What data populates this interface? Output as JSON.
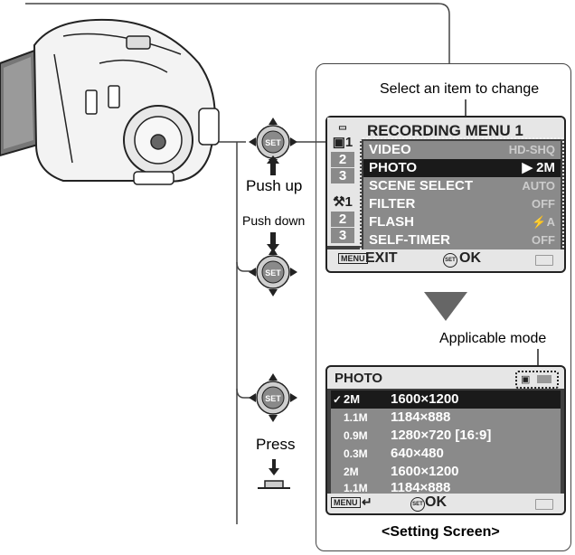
{
  "top_screen": {
    "annotation": "Select an item to change",
    "title": "RECORDING MENU 1",
    "tabs": [
      "1",
      "2",
      "3",
      "1",
      "2",
      "3"
    ],
    "items": [
      {
        "label": "VIDEO",
        "value": "HD-SHQ",
        "selected": false
      },
      {
        "label": "PHOTO",
        "value": "2M",
        "selected": true
      },
      {
        "label": "SCENE SELECT",
        "value": "AUTO",
        "selected": false
      },
      {
        "label": "FILTER",
        "value": "OFF",
        "selected": false
      },
      {
        "label": "FLASH",
        "value": "⚡A",
        "selected": false
      },
      {
        "label": "SELF-TIMER",
        "value": "OFF",
        "selected": false
      }
    ],
    "footer_menu_icon": "MENU",
    "footer_exit": "EXIT",
    "footer_set_icon": "SET",
    "footer_ok": "OK"
  },
  "bottom_screen": {
    "annotation": "Applicable mode",
    "title": "PHOTO",
    "items": [
      {
        "code": "2M",
        "res": "1600×1200",
        "selected": true
      },
      {
        "code": "1.1M",
        "res": "1184×888",
        "selected": false
      },
      {
        "code": "0.9M",
        "res": "1280×720 [16:9]",
        "selected": false
      },
      {
        "code": "0.3M",
        "res": "640×480",
        "selected": false
      },
      {
        "code": "2M",
        "res": "1600×1200",
        "selected": false
      },
      {
        "code": "1.1M",
        "res": "1184×888",
        "selected": false
      }
    ],
    "checkmark": "✓",
    "footer_menu_icon": "MENU",
    "footer_back": "↵",
    "footer_set_icon": "SET",
    "footer_ok": "OK",
    "caption": "<Setting Screen>"
  },
  "controls": {
    "set_label": "SET",
    "push_up": "Push up",
    "push_down": "Push down",
    "press": "Press"
  },
  "colors": {
    "lcd_bg": "#404040",
    "row_normal": "#8a8a8a",
    "row_selected": "#1a1a1a",
    "title_bar": "#e6e6e6"
  }
}
